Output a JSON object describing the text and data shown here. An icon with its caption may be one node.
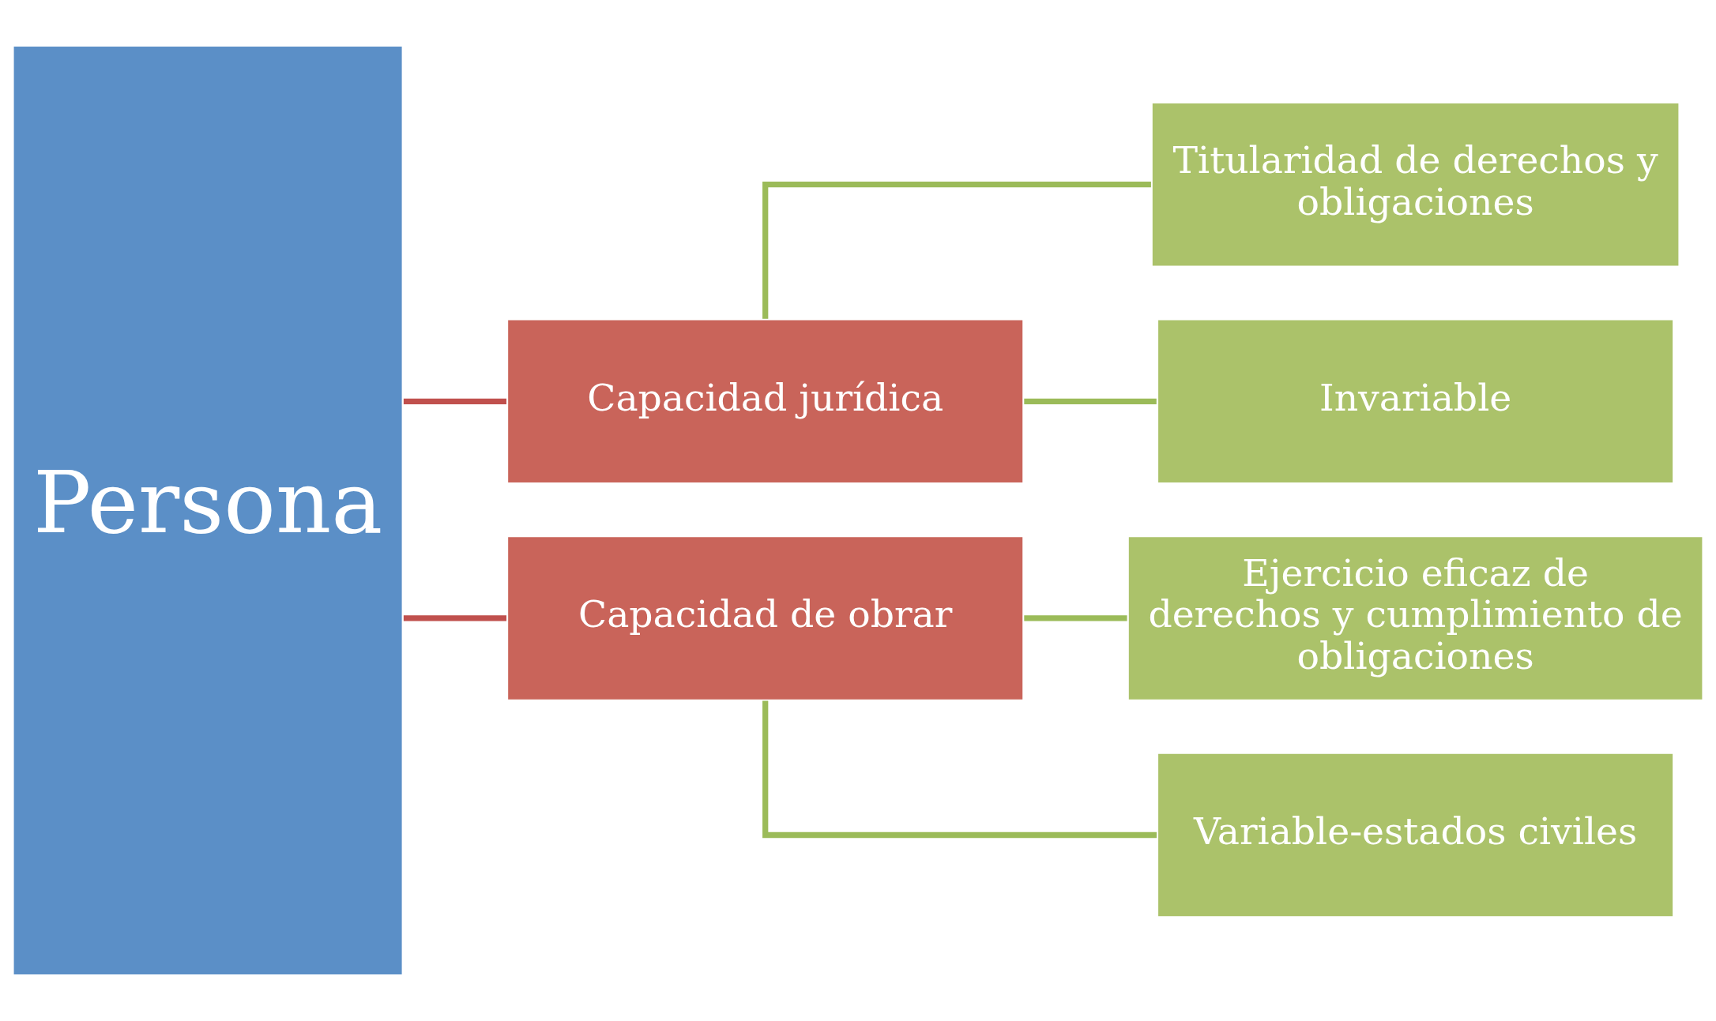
{
  "diagram": {
    "nodes": [
      {
        "text": [
          "Persona"
        ]
      },
      {
        "text": [
          "Capacidad jurídica"
        ]
      },
      {
        "text": [
          "Capacidad de obrar"
        ]
      },
      {
        "text": [
          "Titularidad de derechos y obligaciones"
        ]
      },
      {
        "text": [
          "Invariable"
        ]
      },
      {
        "text": [
          "Ejercicio eficaz de derechos y cumplimiento de obligaciones"
        ]
      },
      {
        "text": [
          "Variable-estados civiles"
        ]
      }
    ],
    "edges": [
      {
        "from": 0,
        "to": 1,
        "arrow": "none",
        "color": "#c0504d"
      },
      {
        "from": 0,
        "to": 2,
        "arrow": "none",
        "color": "#c0504d"
      },
      {
        "from": 1,
        "to": 3,
        "arrow": "none"
      },
      {
        "from": 1,
        "to": 4,
        "arrow": "none"
      },
      {
        "from": 2,
        "to": 5,
        "arrow": "none"
      },
      {
        "from": 2,
        "to": 6,
        "arrow": "none"
      }
    ]
  }
}
